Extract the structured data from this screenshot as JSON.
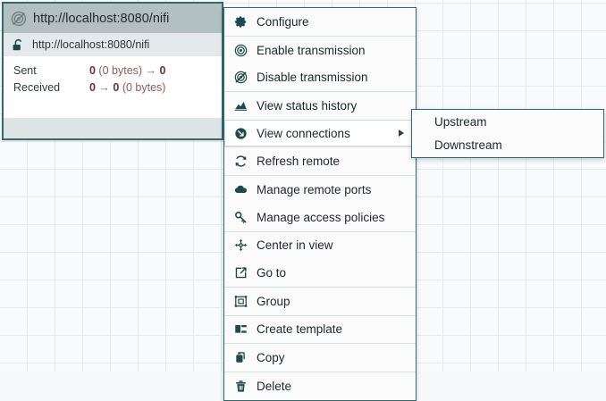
{
  "component": {
    "type": "remote-process-group",
    "title": "http://localhost:8080/nifi",
    "title_icon": "transmission-disabled-icon",
    "uri": "http://localhost:8080/nifi",
    "uri_icon": "unlocked-padlock-icon",
    "stats": [
      {
        "label": "Sent",
        "value_html": "<b>0</b> (0 bytes) → <b>0</b>"
      },
      {
        "label": "Received",
        "value_html": "<b>0</b> → <b>0</b> (0 bytes)"
      }
    ],
    "colors": {
      "border": "#34696d",
      "header_bg": "#b2c0c2",
      "uri_row_bg": "#e4eaeb",
      "stat_value": "#8f5c5c",
      "stat_number": "#7d2b2b"
    }
  },
  "context_menu": {
    "groups": [
      {
        "items": [
          {
            "label": "Configure",
            "icon": "gear-icon"
          }
        ]
      },
      {
        "items": [
          {
            "label": "Enable transmission",
            "icon": "transmission-enabled-icon"
          },
          {
            "label": "Disable transmission",
            "icon": "transmission-disabled-icon"
          }
        ]
      },
      {
        "items": [
          {
            "label": "View status history",
            "icon": "chart-area-icon"
          },
          {
            "label": "View connections",
            "icon": "connections-icon",
            "has_submenu": true,
            "hovered": true
          }
        ]
      },
      {
        "items": [
          {
            "label": "Refresh remote",
            "icon": "refresh-icon"
          }
        ]
      },
      {
        "items": [
          {
            "label": "Manage remote ports",
            "icon": "cloud-icon"
          },
          {
            "label": "Manage access policies",
            "icon": "key-icon"
          }
        ]
      },
      {
        "items": [
          {
            "label": "Center in view",
            "icon": "crosshair-icon"
          },
          {
            "label": "Go to",
            "icon": "external-link-icon"
          }
        ]
      },
      {
        "items": [
          {
            "label": "Group",
            "icon": "group-icon"
          }
        ]
      },
      {
        "items": [
          {
            "label": "Create template",
            "icon": "template-icon"
          }
        ]
      },
      {
        "items": [
          {
            "label": "Copy",
            "icon": "copy-icon"
          }
        ]
      },
      {
        "items": [
          {
            "label": "Delete",
            "icon": "trash-icon"
          }
        ]
      }
    ]
  },
  "submenu": {
    "items": [
      {
        "label": "Upstream"
      },
      {
        "label": "Downstream"
      }
    ]
  }
}
